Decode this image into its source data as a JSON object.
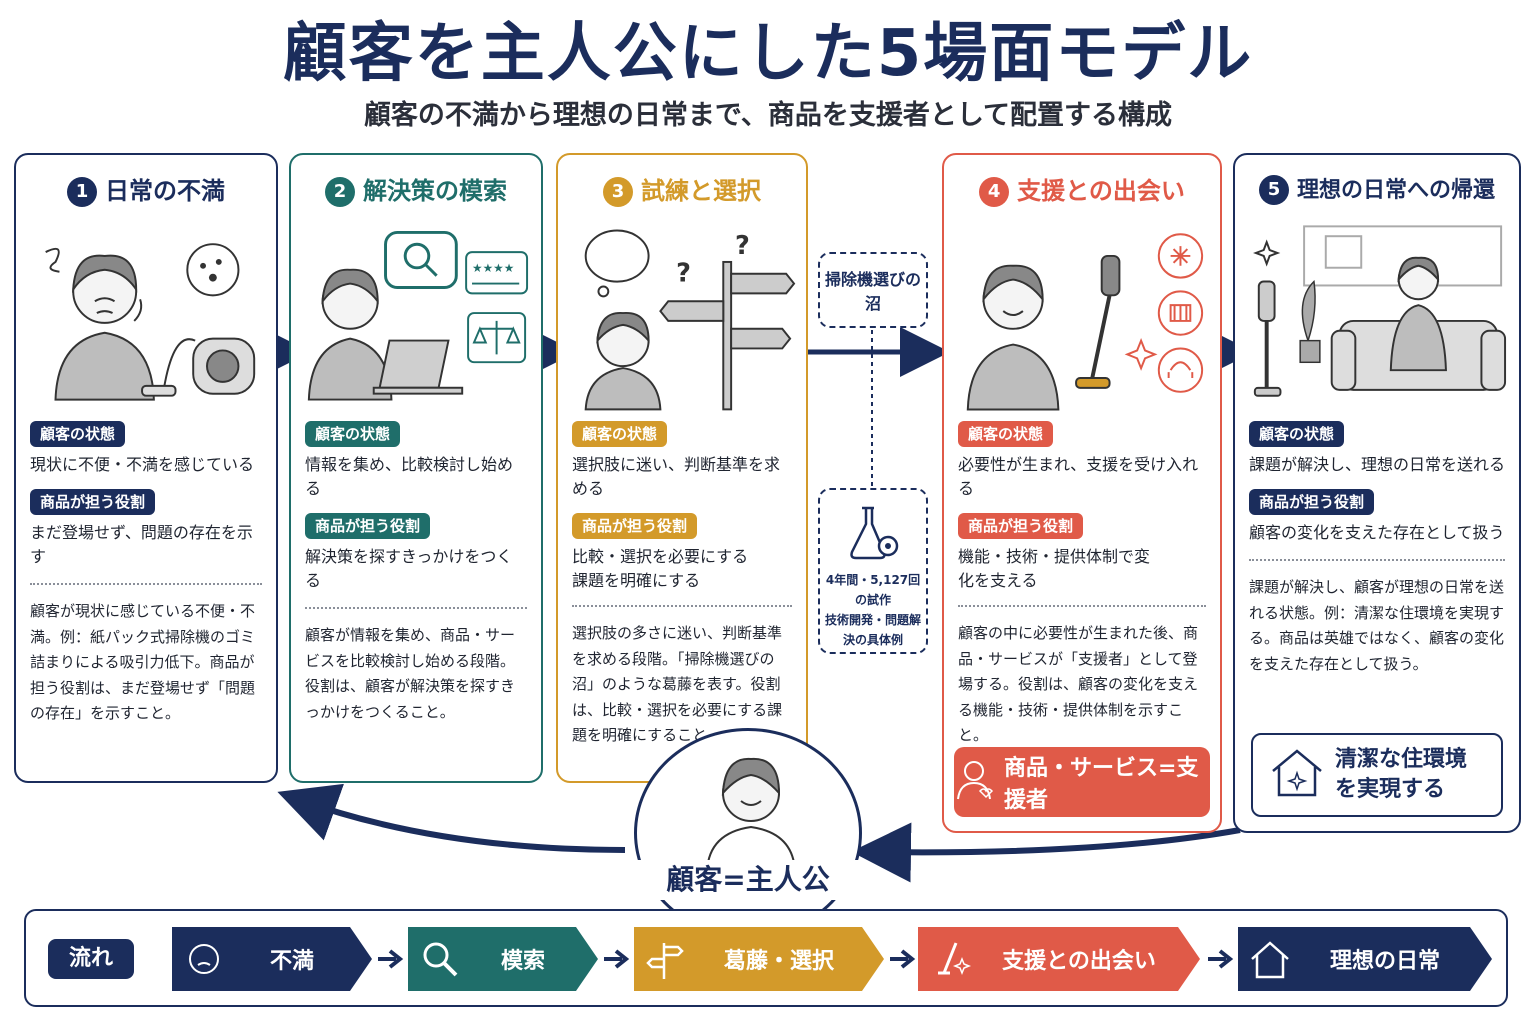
{
  "header": {
    "title": "顧客を主人公にした5場面モデル",
    "subtitle": "顧客の不満から理想の日常まで、商品を支援者として配置する構成"
  },
  "labels": {
    "state": "顧客の状態",
    "role": "商品が担う役割"
  },
  "colors": {
    "navy": "#1b2d5c",
    "teal": "#1f6e6a",
    "gold": "#d39a2a",
    "red": "#e05a48"
  },
  "cards": [
    {
      "num": "1",
      "title": "日常の不満",
      "state": "現状に不便・不満を感じている",
      "role": "まだ登場せず、問題の存在を示す",
      "desc": "顧客が現状に感じている不便・不満。例：紙パック式掃除機のゴミ詰まりによる吸引力低下。商品が担う役割は、まだ登場せず「問題の存在」を示すこと。"
    },
    {
      "num": "2",
      "title": "解決策の模索",
      "state": "情報を集め、比較検討し始める",
      "role": "解決策を探すきっかけをつくる",
      "desc": "顧客が情報を集め、商品・サービスを比較検討し始める段階。役割は、顧客が解決策を探すきっかけをつくること。"
    },
    {
      "num": "3",
      "title": "試練と選択",
      "state": "選択肢に迷い、判断基準を求める",
      "role": "比較・選択を必要にする課題を明確にする",
      "desc": "選択肢の多さに迷い、判断基準を求める段階。「掃除機選びの沼」のような葛藤を表す。役割は、比較・選択を必要にする課題を明確にすること。"
    },
    {
      "num": "4",
      "title": "支援との出会い",
      "state": "必要性が生まれ、支援を受け入れる",
      "role": "機能・技術・提供体制で変化を支える",
      "desc": "顧客の中に必要性が生まれた後、商品・サービスが「支援者」として登場する。役割は、顧客の変化を支える機能・技術・提供体制を示すこと。",
      "badge": "商品・サービス=支援者"
    },
    {
      "num": "5",
      "title": "理想の日常への帰還",
      "state": "課題が解決し、理想の日常を送れる",
      "role": "顧客の変化を支えた存在として扱う",
      "desc": "課題が解決し、顧客が理想の日常を送れる状態。例：清潔な住環境を実現する。商品は英雄ではなく、顧客の変化を支えた存在として扱う。",
      "badge": "清潔な住環境を実現する"
    }
  ],
  "notes": {
    "swamp": "掃除機選びの沼",
    "rnd": "4年間・5,127回の試作",
    "rnd_sub": "技術開発・問題解決の具体例"
  },
  "hero": "顧客=主人公",
  "flow": {
    "label": "流れ",
    "steps": [
      "不満",
      "模索",
      "葛藤・選択",
      "支援との出会い",
      "理想の日常"
    ]
  }
}
